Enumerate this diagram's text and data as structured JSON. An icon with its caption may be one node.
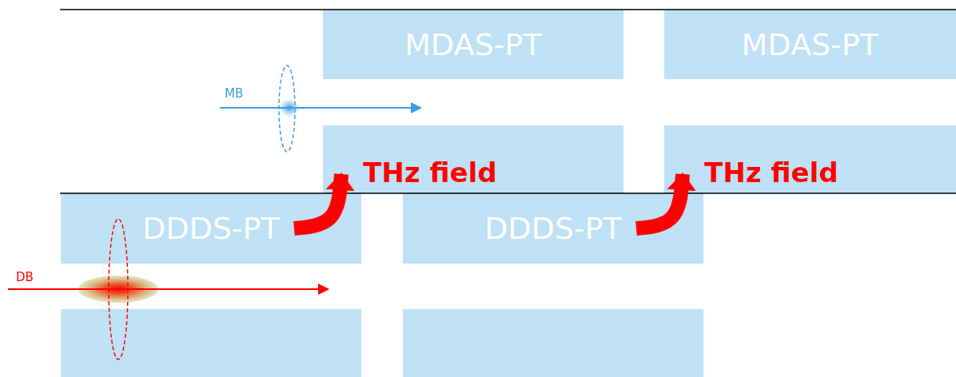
{
  "diagram": {
    "nodes": [
      {
        "text": [
          "MDAS-PT"
        ]
      },
      {
        "text": [
          "MDAS-PT"
        ]
      },
      {
        "text": [],
        "shape": "box"
      },
      {
        "text": [],
        "shape": "box"
      },
      {
        "text": [
          "DDDS-PT"
        ]
      },
      {
        "text": [
          "DDDS-PT"
        ]
      },
      {
        "text": [],
        "shape": "box"
      },
      {
        "text": [],
        "shape": "box"
      }
    ],
    "edges": [
      {
        "from": 4,
        "to": 2,
        "arrow": "to",
        "label": "THz field"
      },
      {
        "from": 5,
        "to": 3,
        "arrow": "to",
        "label": "THz field"
      }
    ],
    "labels": [
      "MB",
      "DB"
    ]
  }
}
